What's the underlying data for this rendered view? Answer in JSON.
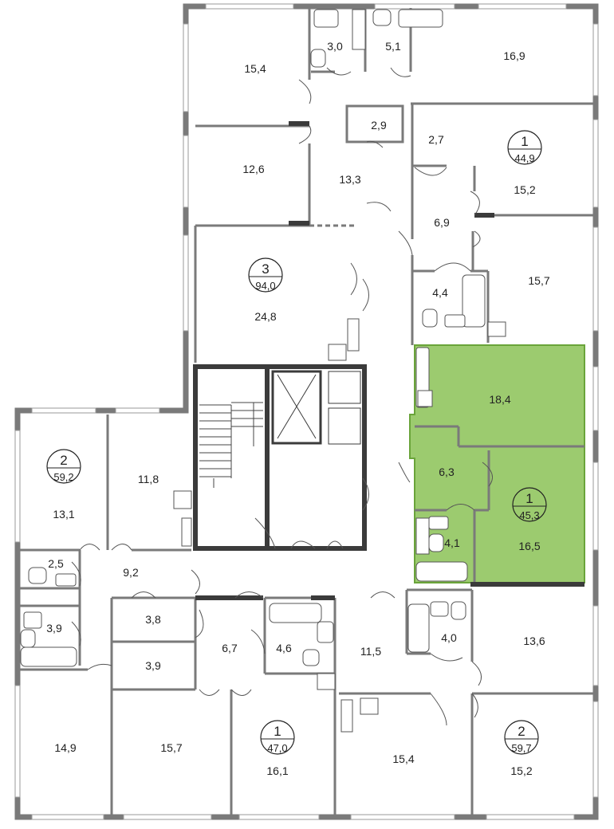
{
  "colors": {
    "highlight": "#9ccb6f",
    "highlight_border": "#6aa43a",
    "wall": "#7a7a7a",
    "wall_dark": "#3b3b3b"
  },
  "apartments": [
    {
      "rooms": "3",
      "area": "94,0"
    },
    {
      "rooms": "1",
      "area": "44,9"
    },
    {
      "rooms": "2",
      "area": "59,2"
    },
    {
      "rooms": "1",
      "area": "45,3"
    },
    {
      "rooms": "1",
      "area": "47,0"
    },
    {
      "rooms": "2",
      "area": "59,7"
    }
  ],
  "rooms": [
    "15,4",
    "3,0",
    "5,1",
    "16,9",
    "2,9",
    "2,7",
    "12,6",
    "13,3",
    "15,2",
    "6,9",
    "24,8",
    "4,4",
    "15,7",
    "18,4",
    "11,8",
    "13,1",
    "6,3",
    "4,1",
    "16,5",
    "2,5",
    "9,2",
    "3,8",
    "3,9",
    "6,7",
    "4,6",
    "11,5",
    "4,0",
    "13,6",
    "3,9",
    "14,9",
    "15,7",
    "16,1",
    "15,4",
    "15,2"
  ]
}
